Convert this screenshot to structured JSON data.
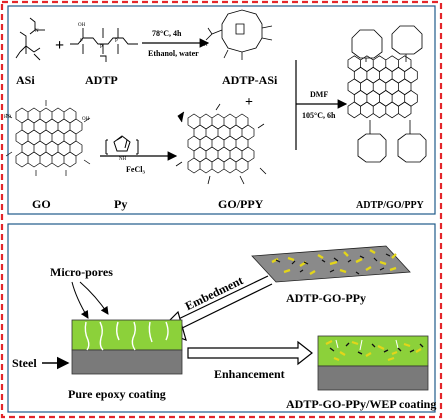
{
  "colors": {
    "outer_border": "#e3262b",
    "panel_border": "#1f5a8a",
    "epoxy_green": "#8cd13a",
    "steel_gray": "#7a7a7a",
    "platelet_gray": "#8a8a8a",
    "modifier_yellow": "#e3d51a"
  },
  "top_panel": {
    "labels": {
      "asi": "ASi",
      "plus1": "+",
      "adtp": "ADTP",
      "cond1_temp": "78°C, 4h",
      "cond1_solvent": "Ethanol, water",
      "adtp_asi": "ADTP-ASi",
      "plus2": "+",
      "dmf": "DMF",
      "cond2": "105°C, 6h",
      "go": "GO",
      "py": "Py",
      "fecl3": "FeCl₃",
      "go_ppy": "GO/PPY",
      "product": "ADTP/GO/PPY"
    },
    "atoms": {
      "n": "N",
      "h": "H",
      "p": "P",
      "oh": "OH",
      "ho": "HO",
      "o": "O",
      "nh": "NH"
    }
  },
  "bottom_panel": {
    "labels": {
      "composite": "ADTP-GO-PPy",
      "embedment": "Embedment",
      "micro_pores": "Micro-pores",
      "steel": "Steel",
      "pure_coating": "Pure epoxy coating",
      "enhancement": "Enhancement",
      "final": "ADTP-GO-PPy/WEP coating"
    }
  }
}
